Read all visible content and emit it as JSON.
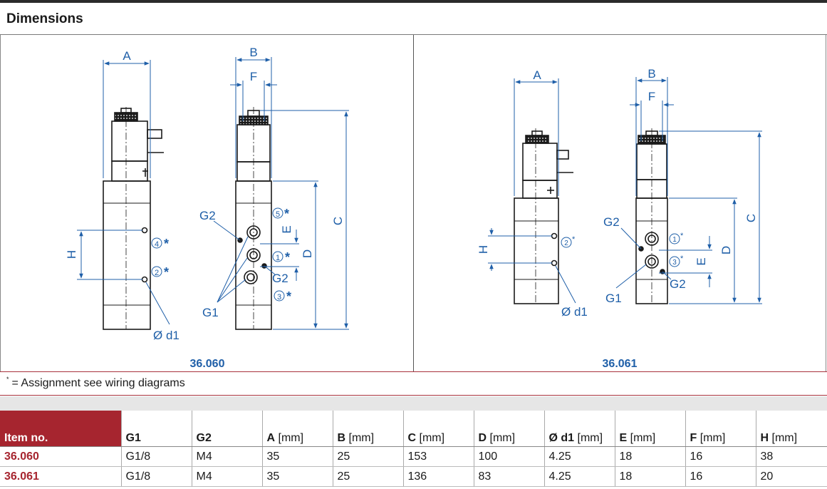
{
  "section_title": "Dimensions",
  "drawings": {
    "left": {
      "caption": "36.060",
      "labels": {
        "A": "A",
        "B": "B",
        "F": "F",
        "C": "C",
        "D": "D",
        "E": "E",
        "H": "H",
        "G1": "G1",
        "G2": "G2",
        "G2b": "G2",
        "d1": "Ø d1",
        "port5": "5",
        "port4": "4",
        "port2": "2",
        "port1": "1",
        "port3": "3",
        "star": "*"
      }
    },
    "right": {
      "caption": "36.061",
      "labels": {
        "A": "A",
        "B": "B",
        "F": "F",
        "C": "C",
        "D": "D",
        "E": "E",
        "H": "H",
        "G1": "G1",
        "G2": "G2",
        "G2b": "G2",
        "d1": "Ø d1",
        "port2": "2",
        "port1": "1",
        "port3": "3",
        "star": "*"
      }
    }
  },
  "note": {
    "symbol": "*",
    "text": "= Assignment see wiring diagrams"
  },
  "table": {
    "headers": [
      {
        "name": "Item no.",
        "unit": ""
      },
      {
        "name": "G1",
        "unit": ""
      },
      {
        "name": "G2",
        "unit": ""
      },
      {
        "name": "A",
        "unit": " [mm]"
      },
      {
        "name": "B",
        "unit": " [mm]"
      },
      {
        "name": "C",
        "unit": " [mm]"
      },
      {
        "name": "D",
        "unit": " [mm]"
      },
      {
        "name": "Ø d1",
        "unit": " [mm]"
      },
      {
        "name": "E",
        "unit": " [mm]"
      },
      {
        "name": "F",
        "unit": " [mm]"
      },
      {
        "name": "H",
        "unit": " [mm]"
      }
    ],
    "rows": [
      [
        "36.060",
        "G1/8",
        "M4",
        "35",
        "25",
        "153",
        "100",
        "4.25",
        "18",
        "16",
        "38"
      ],
      [
        "36.061",
        "G1/8",
        "M4",
        "35",
        "25",
        "136",
        "83",
        "4.25",
        "18",
        "16",
        "20"
      ]
    ]
  },
  "colors": {
    "accent": "#a6252f",
    "dimension_blue": "#1f5fa8",
    "line": "#1a1a1a"
  }
}
